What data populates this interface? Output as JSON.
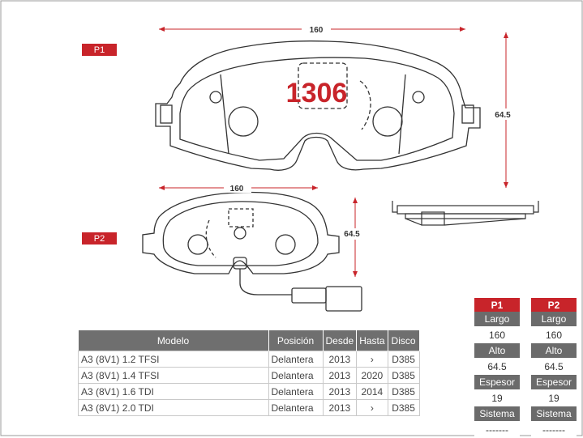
{
  "drawing": {
    "p1_tag": "P1",
    "p2_tag": "P2",
    "part_number": "1306",
    "p1_width_dim": "160",
    "p1_height_dim": "64.5",
    "p2_width_dim": "160",
    "p2_height_dim": "64.5"
  },
  "table": {
    "headers": [
      "Modelo",
      "Posición",
      "Desde",
      "Hasta",
      "Disco"
    ],
    "rows": [
      [
        "A3 (8V1) 1.2 TFSI",
        "Delantera",
        "2013",
        "›",
        "D385"
      ],
      [
        "A3 (8V1) 1.4 TFSI",
        "Delantera",
        "2013",
        "2020",
        "D385"
      ],
      [
        "A3 (8V1) 1.6 TDI",
        "Delantera",
        "2013",
        "2014",
        "D385"
      ],
      [
        "A3 (8V1) 2.0 TDI",
        "Delantera",
        "2013",
        "›",
        "D385"
      ]
    ]
  },
  "specs": [
    {
      "header": "P1",
      "largo_label": "Largo",
      "largo": "160",
      "alto_label": "Alto",
      "alto": "64.5",
      "espesor_label": "Espesor",
      "espesor": "19",
      "sistema_label": "Sistema",
      "sistema": "-------"
    },
    {
      "header": "P2",
      "largo_label": "Largo",
      "largo": "160",
      "alto_label": "Alto",
      "alto": "64.5",
      "espesor_label": "Espesor",
      "espesor": "19",
      "sistema_label": "Sistema",
      "sistema": "-------"
    }
  ],
  "colors": {
    "accent": "#c8242a",
    "header_gray": "#6f6f6f"
  }
}
